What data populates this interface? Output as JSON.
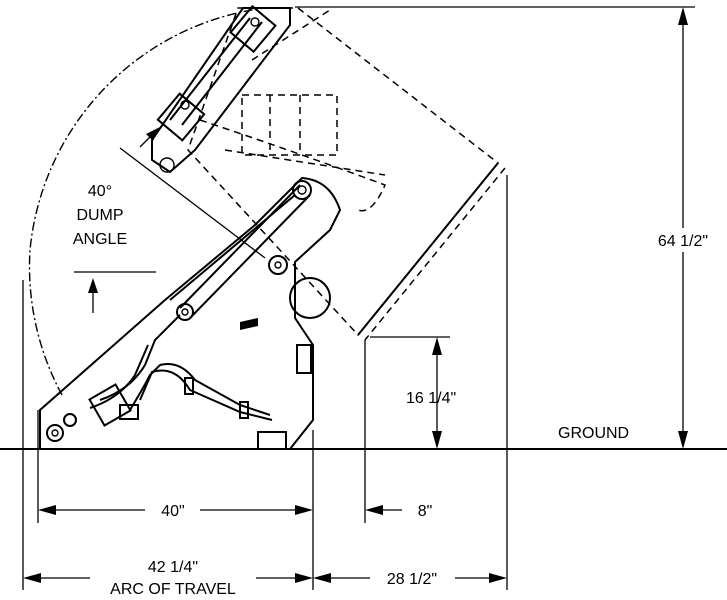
{
  "labels": {
    "dump_angle_value": "40°",
    "dump_angle_line1": "DUMP",
    "dump_angle_line2": "ANGLE",
    "height_total": "64 1/2\"",
    "height_clearance": "16 1/4\"",
    "ground": "GROUND",
    "reach_40": "40\"",
    "reach_8": "8\"",
    "arc_value": "42 1/4\"",
    "arc_label": "ARC OF TRAVEL",
    "reach_28": "28 1/2\""
  },
  "colors": {
    "line": "#000000",
    "background": "#ffffff"
  }
}
